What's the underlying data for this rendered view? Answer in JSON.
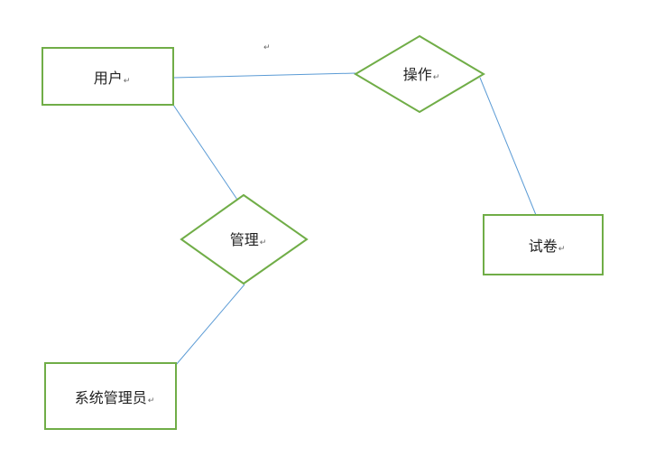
{
  "diagram": {
    "entities": [
      {
        "id": "user",
        "label": "用户"
      },
      {
        "id": "paper",
        "label": "试卷"
      },
      {
        "id": "admin",
        "label": "系统管理员"
      }
    ],
    "relationships": [
      {
        "id": "operate",
        "label": "操作"
      },
      {
        "id": "manage",
        "label": "管理"
      }
    ],
    "edges": [
      {
        "from": "用户",
        "to": "操作"
      },
      {
        "from": "操作",
        "to": "试卷"
      },
      {
        "from": "用户",
        "to": "管理"
      },
      {
        "from": "管理",
        "to": "系统管理员"
      }
    ],
    "return_mark": "↵",
    "colors": {
      "shape_stroke": "#70ad47",
      "edge": "#5b9bd5"
    }
  }
}
